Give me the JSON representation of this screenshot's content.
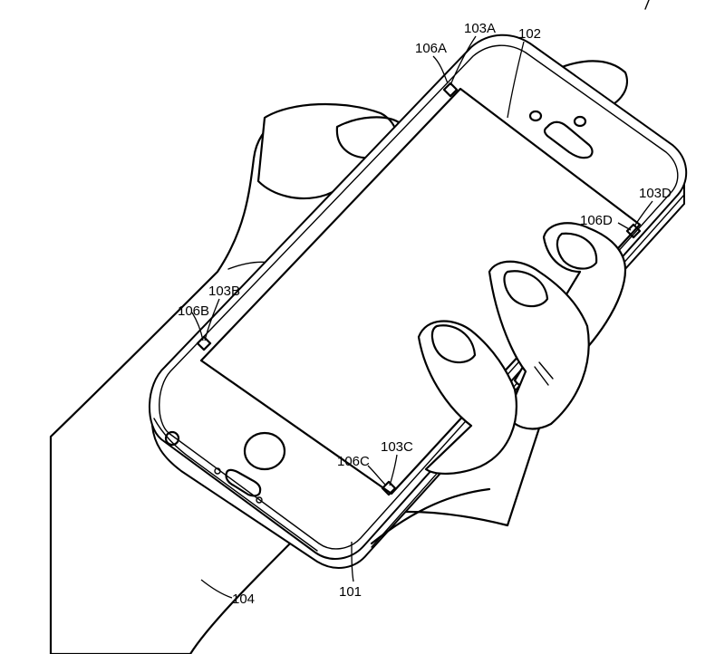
{
  "labels": {
    "ref_101": "101",
    "ref_102": "102",
    "ref_103a": "103A",
    "ref_103b": "103B",
    "ref_103c": "103C",
    "ref_103d": "103D",
    "ref_104": "104",
    "ref_106a": "106A",
    "ref_106b": "106B",
    "ref_106c": "106C",
    "ref_106d": "106D"
  }
}
